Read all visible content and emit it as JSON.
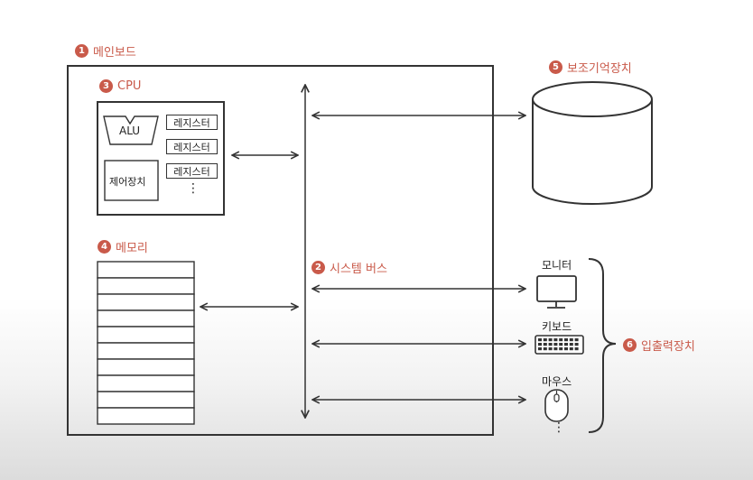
{
  "labels": {
    "mainboard": {
      "num": "1",
      "text": "메인보드"
    },
    "system_bus": {
      "num": "2",
      "text": "시스템 버스"
    },
    "cpu": {
      "num": "3",
      "text": "CPU"
    },
    "memory": {
      "num": "4",
      "text": "메모리"
    },
    "storage": {
      "num": "5",
      "text": "보조기억장치"
    },
    "io": {
      "num": "6",
      "text": "입출력장치"
    }
  },
  "cpu": {
    "alu": "ALU",
    "control_unit": "제어장치",
    "registers": [
      "레지스터",
      "레지스터",
      "레지스터"
    ],
    "more": "⋮"
  },
  "devices": {
    "monitor": "모니터",
    "keyboard": "키보드",
    "mouse": "마우스",
    "more": "⋮"
  },
  "colors": {
    "accent": "#c95a4a",
    "line": "#333333"
  }
}
